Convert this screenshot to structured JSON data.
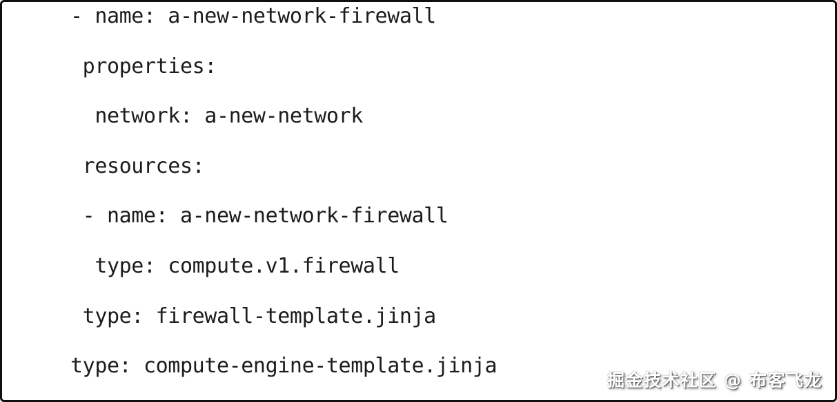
{
  "figure": {
    "code_lines": [
      "- name: a-new-network-firewall",
      " properties:",
      "  network: a-new-network",
      " resources:",
      " - name: a-new-network-firewall",
      "  type: compute.v1.firewall",
      " type: firewall-template.jinja",
      "type: compute-engine-template.jinja"
    ]
  },
  "watermark": {
    "text": "掘金技术社区 @ 布客飞龙"
  },
  "colors": {
    "background": "#ffffff",
    "border": "#0f0f0f",
    "code_text": "#1c1c1c",
    "watermark_fill": "#ffffff",
    "watermark_shadow": "#5a5a5a"
  }
}
